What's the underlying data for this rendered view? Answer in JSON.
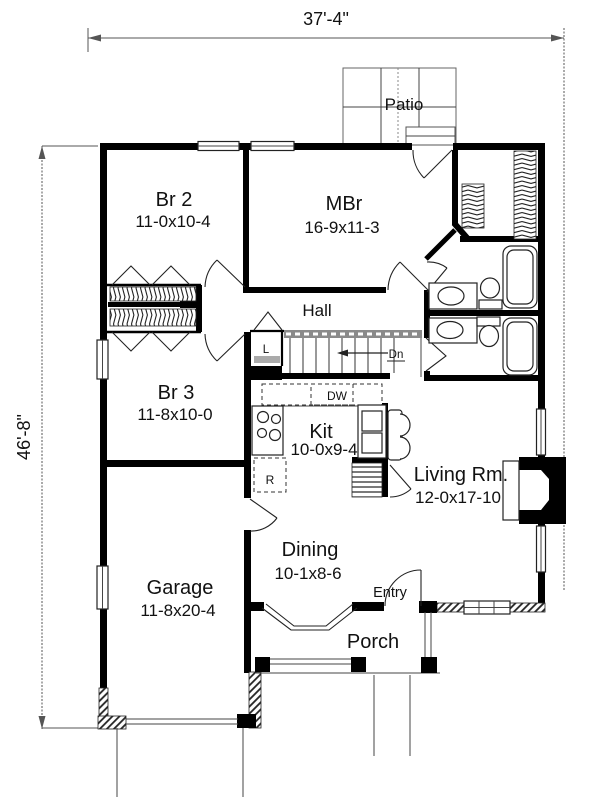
{
  "plan": {
    "dimensions": {
      "width": "37'-4\"",
      "depth": "46'-8\""
    },
    "rooms": {
      "br2": {
        "name": "Br 2",
        "size": "11-0x10-4"
      },
      "mbr": {
        "name": "MBr",
        "size": "16-9x11-3"
      },
      "br3": {
        "name": "Br 3",
        "size": "11-8x10-0"
      },
      "kitchen": {
        "name": "Kit",
        "size": "10-0x9-4"
      },
      "living": {
        "name": "Living Rm.",
        "size": "12-0x17-10"
      },
      "dining": {
        "name": "Dining",
        "size": "10-1x8-6"
      },
      "garage": {
        "name": "Garage",
        "size": "11-8x20-4"
      }
    },
    "areas": {
      "patio": "Patio",
      "hall": "Hall",
      "entry": "Entry",
      "porch": "Porch"
    },
    "annotations": {
      "stairs_down": "Dn",
      "dishwasher": "DW",
      "linen": "L",
      "refrigerator": "R"
    },
    "colors": {
      "wall": "#000000",
      "line": "#444444",
      "background": "#ffffff"
    }
  }
}
